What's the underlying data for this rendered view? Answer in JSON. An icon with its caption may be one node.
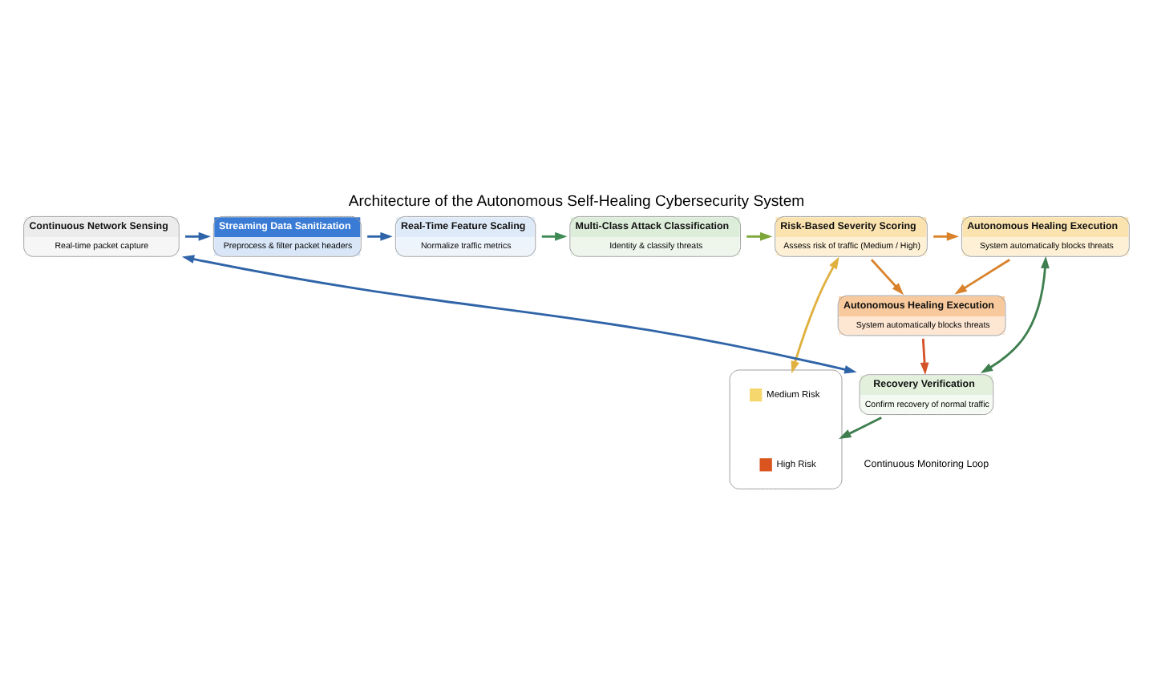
{
  "diagram": {
    "title": "Architecture of the Autonomous Self-Healing Cybersecurity System",
    "nodes": [
      {
        "text": [
          "Continuous Network Sensing",
          "Real-time packet capture"
        ]
      },
      {
        "text": [
          "Streaming Data Sanitization",
          "Preprocess & filter packet headers"
        ]
      },
      {
        "text": [
          "Real-Time Feature Scaling",
          "Normalize traffic metrics"
        ]
      },
      {
        "text": [
          "Multi-Class Attack Classification",
          "Identity & classify threats"
        ]
      },
      {
        "text": [
          "Risk-Based Severity Scoring",
          "Assess risk of traffic (Medium / High)"
        ]
      },
      {
        "text": [
          "Autonomous Healing Execution",
          "System automatically blocks threats"
        ]
      },
      {
        "text": [],
        "shape": "box"
      },
      {
        "text": [
          "Autonomous Healing Execution",
          "System automatically blocks threats"
        ]
      },
      {
        "text": [
          "Recovery Verification",
          "Confirm recovery of normal traffic"
        ]
      }
    ],
    "edges": [
      {
        "from": 0,
        "to": 1,
        "arrow": "to",
        "color": "#2f64a8"
      },
      {
        "from": 1,
        "to": 2,
        "arrow": "to",
        "color": "#2f64a8"
      },
      {
        "from": 2,
        "to": 3,
        "arrow": "to",
        "color": "#3f8a55"
      },
      {
        "from": 3,
        "to": 4,
        "arrow": "to",
        "color": "#7da63a"
      },
      {
        "from": 4,
        "to": 5,
        "arrow": "to",
        "color": "#d9822b"
      },
      {
        "from": 4,
        "to": 7,
        "arrow": "to",
        "color": "#d9822b"
      },
      {
        "from": 5,
        "to": 7,
        "arrow": "to",
        "color": "#d9822b"
      },
      {
        "from": 4,
        "to": 6,
        "arrow": "both",
        "color": "#e0b040"
      },
      {
        "from": 7,
        "to": 8,
        "arrow": "to",
        "color": "#d4532a"
      },
      {
        "from": 8,
        "to": 6,
        "arrow": "to",
        "color": "#3f7f4f"
      },
      {
        "from": 8,
        "to": 0,
        "arrow": "both",
        "color": "#2f64a8"
      },
      {
        "from": 8,
        "to": 5,
        "arrow": "both",
        "color": "#3f7f4f"
      }
    ],
    "labels": [
      "Continuous Monitoring Loop"
    ],
    "legend": [
      {
        "text": "Medium Risk",
        "color": "#f5d76e"
      },
      {
        "text": "High Risk",
        "color": "#d9541e"
      }
    ]
  }
}
